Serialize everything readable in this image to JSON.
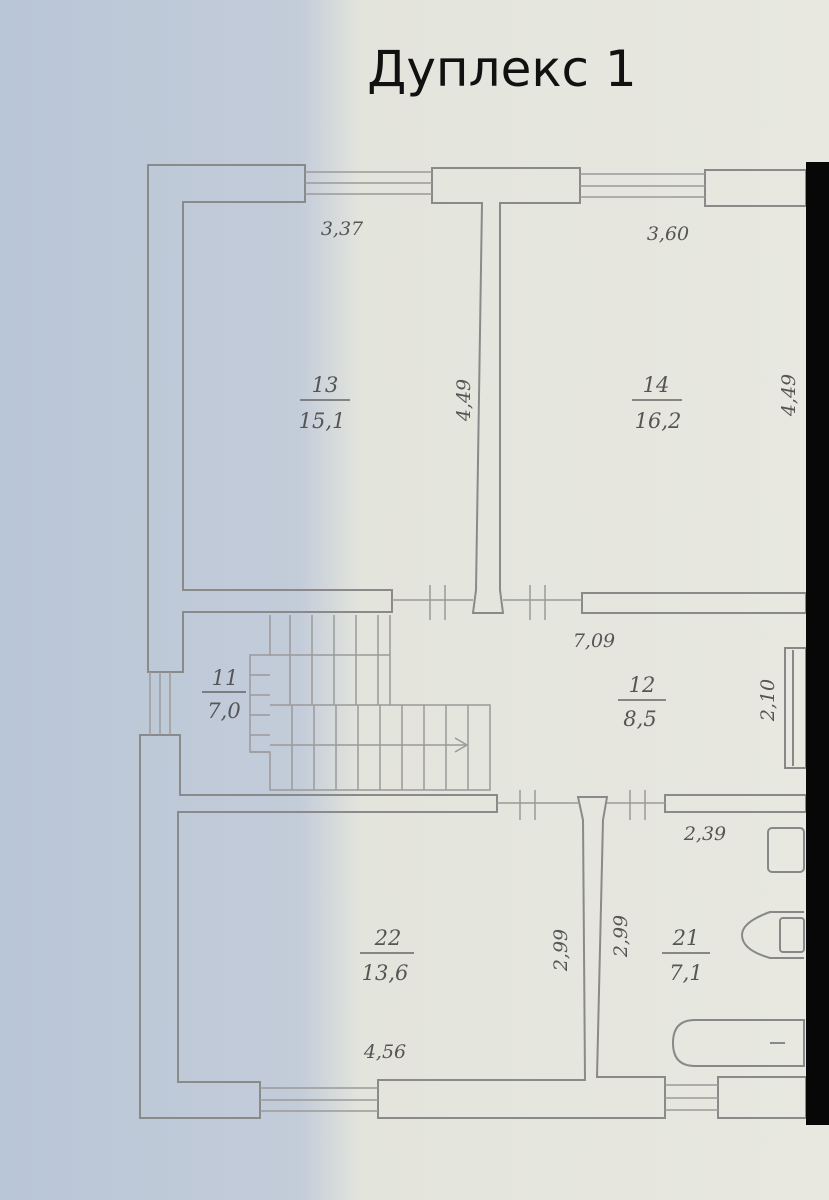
{
  "title": "Дуплекс 1",
  "colors": {
    "wall": "#8a8a8a",
    "text": "#555555"
  },
  "rooms": [
    {
      "id": "13",
      "number": "13",
      "area": "15,1"
    },
    {
      "id": "14",
      "number": "14",
      "area": "16,2"
    },
    {
      "id": "11",
      "number": "11",
      "area": "7,0"
    },
    {
      "id": "12",
      "number": "12",
      "area": "8,5"
    },
    {
      "id": "22",
      "number": "22",
      "area": "13,6"
    },
    {
      "id": "21",
      "number": "21",
      "area": "7,1"
    }
  ],
  "dimensions": {
    "room13_width": "3,37",
    "room14_width": "3,60",
    "room13_depth": "4,49",
    "room14_depth": "4,49",
    "hall_width": "7,09",
    "hall_depth": "2,10",
    "bath_width": "2,39",
    "room22_depth": "2,99",
    "bath_depth": "2,99",
    "room22_width": "4,56"
  }
}
